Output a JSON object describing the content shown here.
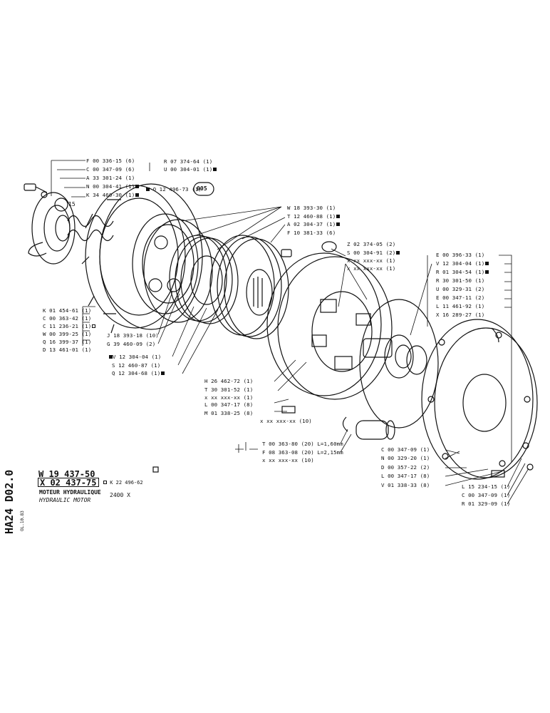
{
  "sheet": {
    "code": "HA24 D02.0",
    "date": "OL.10.83",
    "ref_main": "W 19 437-50",
    "ref_kit": "X 02 437-75",
    "ref_alt": "K 22 496-62",
    "title_fr": "MOTEUR HYDRAULIQUE",
    "title_en": "HYDRAULIC MOTOR",
    "model": "2400 X"
  },
  "top_left_group": [
    "F 00 336-15 (6)",
    "C 00 347-09 (6)",
    "A 33 301-24 (1)",
    "N 00 304-41 (1)",
    "K 34 460-30 (1)"
  ],
  "seal_group": [
    "R 07 374-64 (1)",
    "U 00 304-01 (1)"
  ],
  "seal_kit": "Q 12 496-73 (1)",
  "seal_badge": "005",
  "callout_15": "15",
  "center_top_group": [
    "W 18 393-30 (1)",
    "T 12 460-88 (1)",
    "A 02 304-37 (1)",
    "F 10 381-33 (6)"
  ],
  "plug_group": [
    "Z 02 374-05 (2)",
    "S 00 304-91 (2)",
    "x xx xxx-xx (1)",
    "x xx xxx-xx (1)"
  ],
  "left_mid_group": [
    "K 01 454-61 (1)",
    "C 00 363-42 (1)",
    "C 11 236-21 (1)",
    "W 00 399-25 (1)",
    "Q 16 399-37 (1)",
    "D 13 461-01 (1)"
  ],
  "plates_group": [
    "J 18 393-18 (10)",
    "G 39 460-09 (2)"
  ],
  "piston_group": [
    "V 12 304-04 (1)",
    "S 12 460-87 (1)",
    "Q 12 304-68 (1)"
  ],
  "hub_group": [
    "H 26 462-72 (1)",
    "T 30 301-52 (1)",
    "x xx xxx-xx (1)"
  ],
  "screws_group": [
    "L 00 347-17 (8)",
    "M 01 338-25 (8)"
  ],
  "screws_extra": "x xx xxx-xx (10)",
  "pipe_group": [
    "T 00 363-80 (20) L=1,60mm",
    "F 08 363-08 (20) L=2,15mm",
    "x xx xxx-xx (10)"
  ],
  "right_top_group": [
    "E 00 396-33 (1)",
    "V 12 304-04 (1)",
    "R 01 304-54 (1)",
    "R 30 301-50 (1)",
    "U 00 329-31 (2)",
    "E 00 347-11 (2)",
    "L 11 461-92 (1)",
    "X 16 289-27 (1)"
  ],
  "bottom_mid_group": [
    "C 00 347-09 (1)",
    "N 00 329-20 (1)",
    "D 00 357-22 (2)",
    "L 00 347-17 (8)",
    "V 01 338-33 (8)"
  ],
  "bottom_right_group": [
    "L 15 234-15 (1)",
    "C 00 347-09 (1)",
    "R 01 329-09 (1)"
  ]
}
